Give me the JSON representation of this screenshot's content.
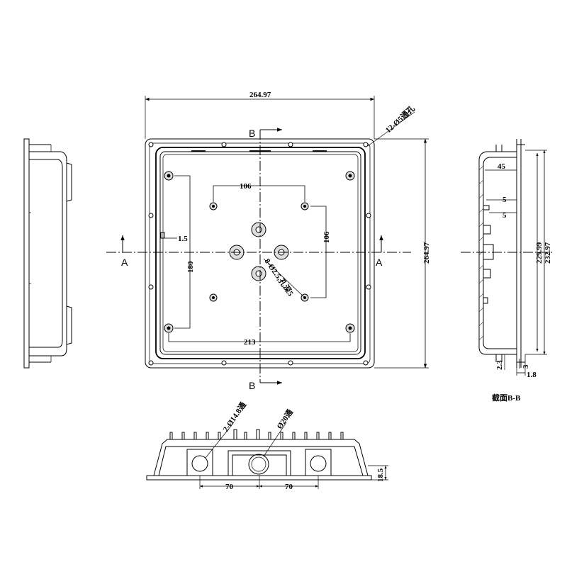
{
  "views": {
    "front": {
      "top_width": "264.97",
      "height": "264.97",
      "vent_note": "12-Ø5通孔",
      "screw_holes_note": "8-Ø2.5,孔深5",
      "bolt_span_h": "106",
      "bolt_span_v": "106",
      "inner_span_v": "180",
      "inner_span_h": "213",
      "rim_offset": "1.5",
      "section_a_left": "A",
      "section_a_right": "A",
      "section_b_top": "B",
      "section_b_bottom": "B"
    },
    "section_bb": {
      "caption": "截面B-B",
      "overall_height_1": "229.99",
      "overall_height_2": "232.97",
      "depth": "45",
      "step_1": "5",
      "step_2": "5",
      "wall": "2.3",
      "base": "3",
      "lip": "1.8"
    },
    "bottom": {
      "side_holes_note": "2-Ø14.8通",
      "center_hole_note": "Ø20通",
      "left_offset": "70",
      "right_offset": "70",
      "height": "18.5"
    }
  }
}
